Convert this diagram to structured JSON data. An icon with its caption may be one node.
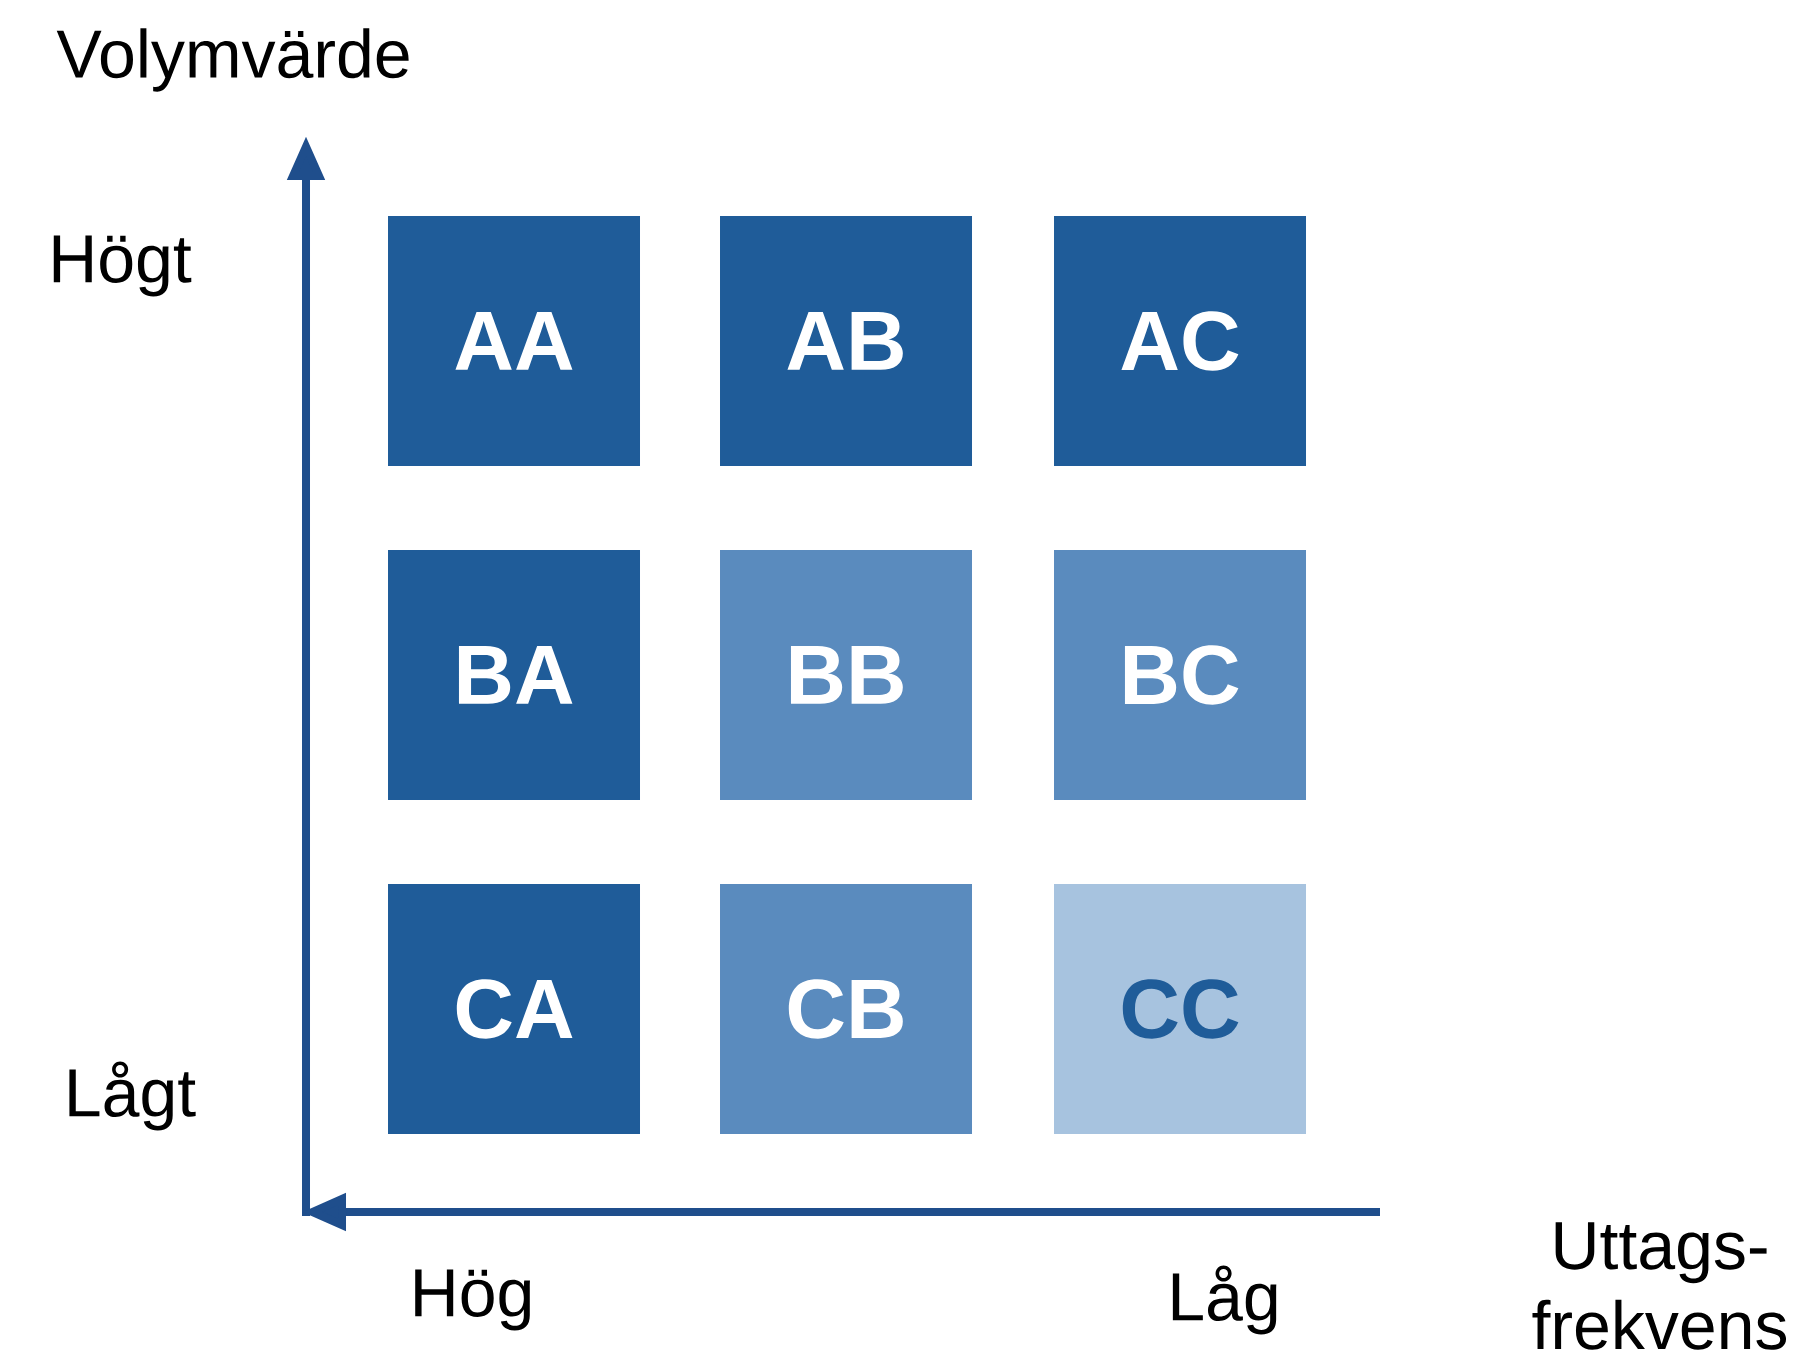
{
  "diagram": {
    "nodes": [
      {
        "text": [
          "AA"
        ]
      },
      {
        "text": [
          "AB"
        ]
      },
      {
        "text": [
          "AC"
        ]
      },
      {
        "text": [
          "BA"
        ]
      },
      {
        "text": [
          "BB"
        ]
      },
      {
        "text": [
          "BC"
        ]
      },
      {
        "text": [
          "CA"
        ]
      },
      {
        "text": [
          "CB"
        ]
      },
      {
        "text": [
          "CC"
        ]
      }
    ],
    "labels": [
      "Volymvärde",
      "Högt",
      "Lågt",
      "Hög",
      "Låg",
      "Uttags- frekvens"
    ]
  }
}
